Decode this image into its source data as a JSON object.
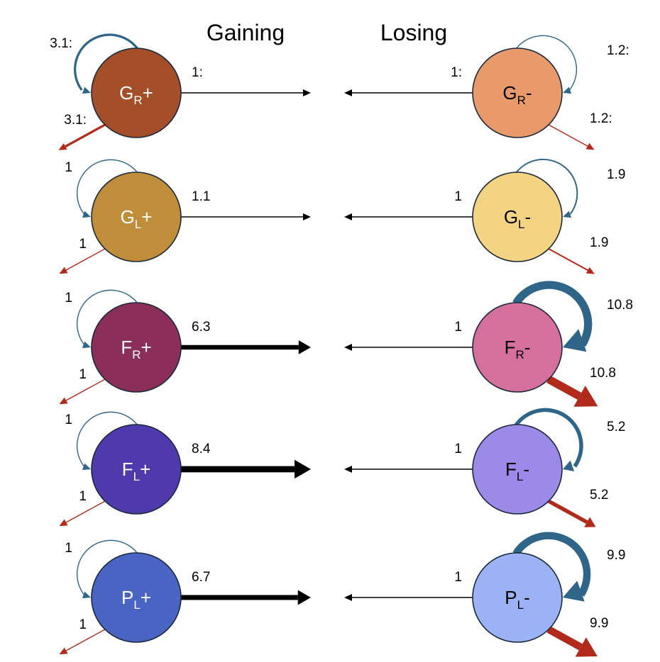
{
  "headers": {
    "gaining": "Gaining",
    "losing": "Losing"
  },
  "colors": {
    "loop": "#2E6588",
    "loss": "#B22A1C",
    "transfer": "#000000",
    "outline": "#1a2a3a"
  },
  "rows": [
    {
      "left": {
        "base": "G",
        "sub": "R",
        "sign": "+",
        "fill": "#A54E2A",
        "text_color": "#ffffff",
        "loop_label": "3.1:",
        "loop_value": 3.1,
        "loss_label": "3.1:",
        "loss_value": 3.1,
        "transfer_label": "1:",
        "transfer_value": 1
      },
      "right": {
        "base": "G",
        "sub": "R",
        "sign": "-",
        "fill": "#E89A6B",
        "text_color": "#000000",
        "loop_label": "1.2:",
        "loop_value": 1.2,
        "loss_label": "1.2:",
        "loss_value": 1.2,
        "transfer_label": "1:",
        "transfer_value": 1
      }
    },
    {
      "left": {
        "base": "G",
        "sub": "L",
        "sign": "+",
        "fill": "#C08D3A",
        "text_color": "#ffffff",
        "loop_label": "1",
        "loop_value": 1,
        "loss_label": "1",
        "loss_value": 1,
        "transfer_label": "1.1",
        "transfer_value": 1.1
      },
      "right": {
        "base": "G",
        "sub": "L",
        "sign": "-",
        "fill": "#F4D382",
        "text_color": "#000000",
        "loop_label": "1.9",
        "loop_value": 1.9,
        "loss_label": "1.9",
        "loss_value": 1.9,
        "transfer_label": "1",
        "transfer_value": 1
      }
    },
    {
      "left": {
        "base": "F",
        "sub": "R",
        "sign": "+",
        "fill": "#8B2F5A",
        "text_color": "#ffffff",
        "loop_label": "1",
        "loop_value": 1,
        "loss_label": "1",
        "loss_value": 1,
        "transfer_label": "6.3",
        "transfer_value": 6.3
      },
      "right": {
        "base": "F",
        "sub": "R",
        "sign": "-",
        "fill": "#D5709D",
        "text_color": "#000000",
        "loop_label": "10.8",
        "loop_value": 10.8,
        "loss_label": "10.8",
        "loss_value": 10.8,
        "transfer_label": "1",
        "transfer_value": 1
      }
    },
    {
      "left": {
        "base": "F",
        "sub": "L",
        "sign": "+",
        "fill": "#4E3AAD",
        "text_color": "#ffffff",
        "loop_label": "1",
        "loop_value": 1,
        "loss_label": "1",
        "loss_value": 1,
        "transfer_label": "8.4",
        "transfer_value": 8.4
      },
      "right": {
        "base": "F",
        "sub": "L",
        "sign": "-",
        "fill": "#9B8AE8",
        "text_color": "#000000",
        "loop_label": "5.2",
        "loop_value": 5.2,
        "loss_label": "5.2",
        "loss_value": 5.2,
        "transfer_label": "1",
        "transfer_value": 1
      }
    },
    {
      "left": {
        "base": "P",
        "sub": "L",
        "sign": "+",
        "fill": "#4A64C4",
        "text_color": "#ffffff",
        "loop_label": "1",
        "loop_value": 1,
        "loss_label": "1",
        "loss_value": 1,
        "transfer_label": "6.7",
        "transfer_value": 6.7
      },
      "right": {
        "base": "P",
        "sub": "L",
        "sign": "-",
        "fill": "#9BB3F5",
        "text_color": "#000000",
        "loop_label": "9.9",
        "loop_value": 9.9,
        "loss_label": "9.9",
        "loss_value": 9.9,
        "transfer_label": "1",
        "transfer_value": 1
      }
    }
  ]
}
